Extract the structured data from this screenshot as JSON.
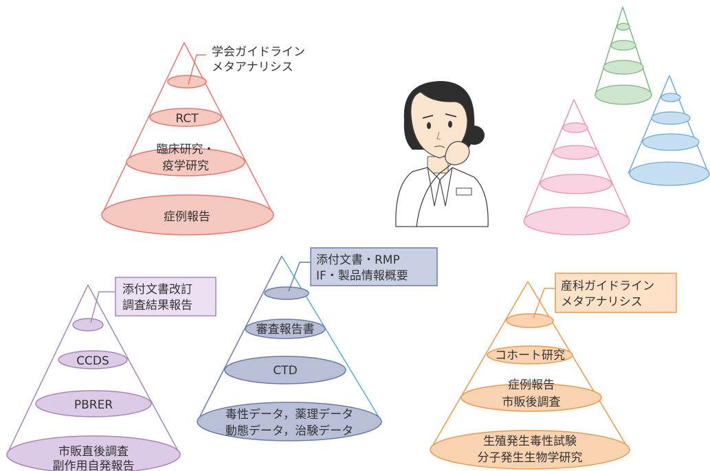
{
  "pyramid_evidence": {
    "callout": [
      "学会ガイドライン",
      "メタアナリシス"
    ],
    "tier2": "RCT",
    "tier3": [
      "臨床研究・",
      "疫学研究"
    ],
    "tier4": "症例報告",
    "colors": {
      "stroke": "#e8746a",
      "fill": "#f6c9c0"
    }
  },
  "pyramid_safety": {
    "callout": [
      "添付文書改訂",
      "調査結果報告"
    ],
    "tier2": "CCDS",
    "tier3": "PBRER",
    "tier4": [
      "市販直後調査",
      "副作用自発報告"
    ],
    "colors": {
      "stroke": "#a585b8",
      "fill": "#dccbe6",
      "box_fill": "#ece1f2"
    }
  },
  "pyramid_regulatory": {
    "callout": [
      "添付文書・RMP",
      "IF・製品情報概要"
    ],
    "tier2": "審査報告書",
    "tier3": "CTD",
    "tier4": [
      "毒性データ，薬理データ",
      "動態データ，治験データ"
    ],
    "colors": {
      "stroke_left": "#6b7aa6",
      "stroke_right": "#5aa8d8",
      "fill": "#b8bfd6",
      "box_fill": "#c9d0e4"
    }
  },
  "pyramid_obstetric": {
    "callout": [
      "産科ガイドライン",
      "メタアナリシス"
    ],
    "tier2": "コホート研究",
    "tier3": [
      "症例報告",
      "市販後調査"
    ],
    "tier4": [
      "生殖発生毒性試験",
      "分子発生生物学研究"
    ],
    "colors": {
      "stroke": "#f0964a",
      "fill": "#fad3b0",
      "box_fill": "#fde2c8"
    }
  },
  "deco_pyramids": {
    "colors": {
      "green": "#7fb580",
      "blue": "#6fa8d8",
      "pink": "#ef8fb0"
    }
  }
}
